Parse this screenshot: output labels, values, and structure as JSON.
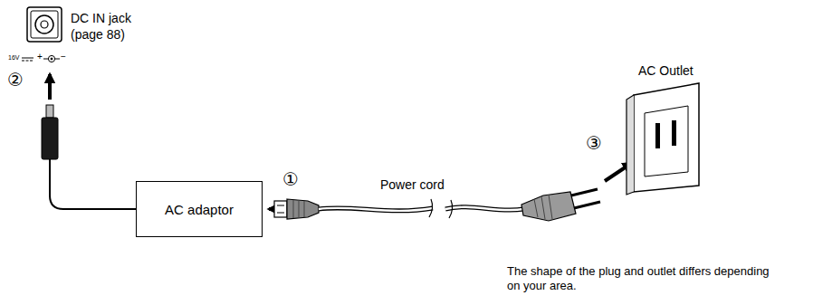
{
  "diagram": {
    "nodes": [
      {
        "text": [
          "AC adaptor"
        ]
      }
    ],
    "labels": [
      "DC IN jack (page 88)",
      "16V",
      "+",
      "−",
      "②",
      "①",
      "Power cord",
      "③",
      "AC Outlet",
      "The shape of the plug and outlet differs depending on your area."
    ]
  }
}
